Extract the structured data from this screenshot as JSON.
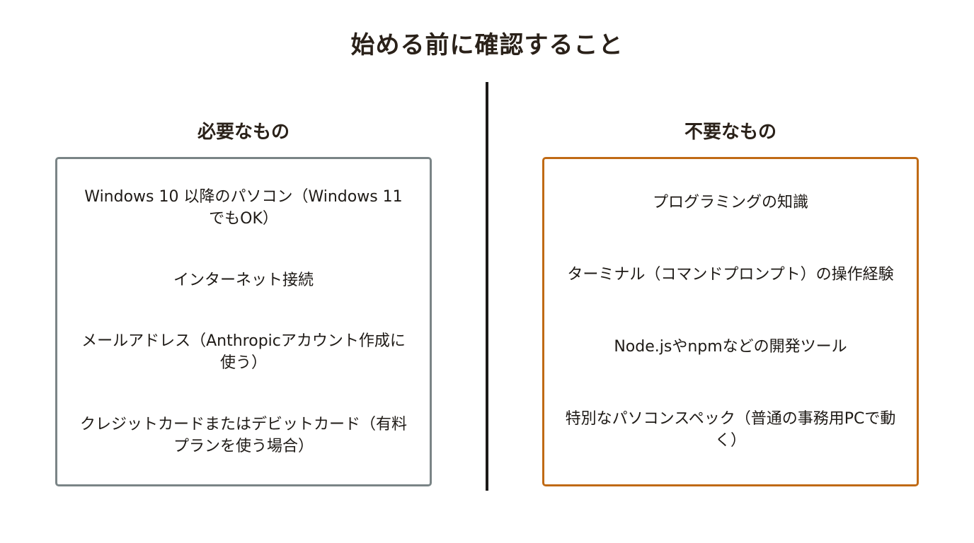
{
  "page": {
    "title": "始める前に確認すること"
  },
  "columns": {
    "required": {
      "heading": "必要なもの",
      "border_color": "#7a8486",
      "items": [
        "Windows 10 以降のパソコン（Windows 11でもOK）",
        "インターネット接続",
        "メールアドレス（Anthropicアカウント作成に使う）",
        "クレジットカードまたはデビットカード（有料プランを使う場合）"
      ]
    },
    "unneeded": {
      "heading": "不要なもの",
      "border_color": "#c06a15",
      "items": [
        "プログラミングの知識",
        "ターミナル（コマンドプロンプト）の操作経験",
        "Node.jsやnpmなどの開発ツール",
        "特別なパソコンスペック（普通の事務用PCで動く）"
      ]
    }
  }
}
